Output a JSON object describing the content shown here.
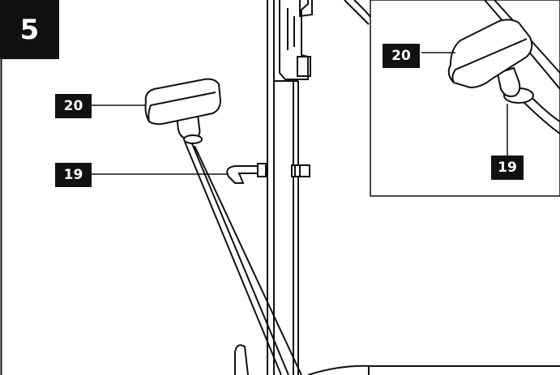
{
  "step": {
    "number": "5"
  },
  "callouts": {
    "main_handle": "20",
    "main_clip": "19",
    "inset_handle": "20",
    "inset_ring": "19"
  },
  "colors": {
    "line": "#111111",
    "fill": "#ffffff",
    "badge": "#111111"
  }
}
